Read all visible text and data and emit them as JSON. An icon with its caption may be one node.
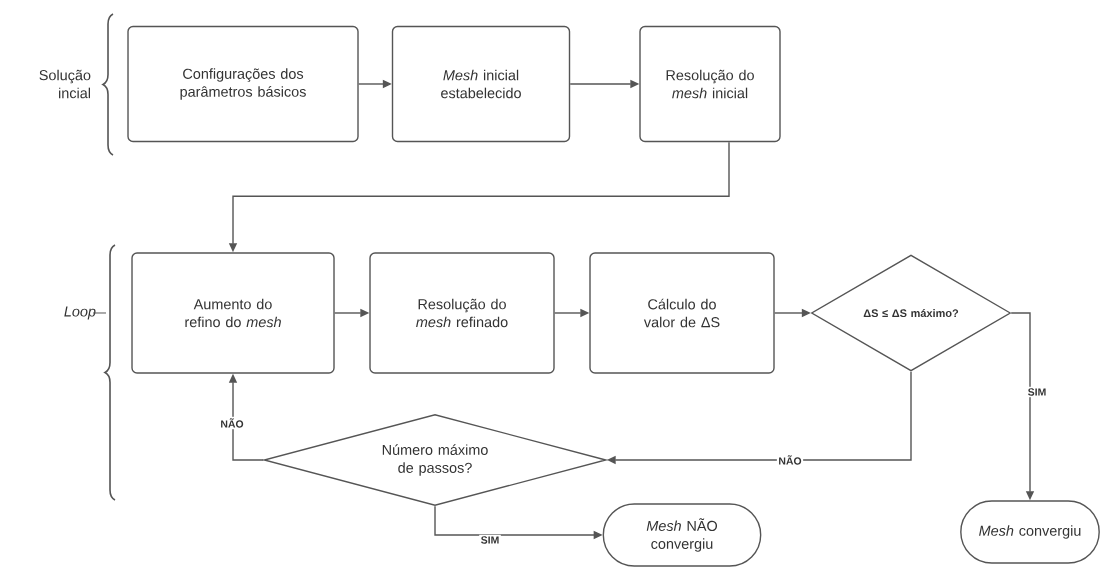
{
  "diagram": {
    "nodes": [
      {
        "text": [
          "Configurações dos parâmetros básicos"
        ]
      },
      {
        "text": [
          "*Mesh* inicial estabelecido"
        ]
      },
      {
        "text": [
          "Resolução do *mesh* inicial"
        ]
      },
      {
        "text": [
          "Aumento do refino do *mesh*"
        ]
      },
      {
        "text": [
          "Resolução do *mesh* refinado"
        ]
      },
      {
        "text": [
          "Cálculo do valor de ΔS"
        ]
      },
      {
        "text": [
          "ΔS ≤ ΔS máximo?"
        ]
      },
      {
        "text": [
          "Número máximo de passos?"
        ]
      },
      {
        "text": [
          "*Mesh* NÃO convergiu"
        ]
      },
      {
        "text": [
          "*Mesh* convergiu"
        ]
      }
    ],
    "edges": [
      {
        "from": 0,
        "to": 1,
        "arrow": "to"
      },
      {
        "from": 1,
        "to": 2,
        "arrow": "to"
      },
      {
        "from": 2,
        "to": 3,
        "arrow": "to"
      },
      {
        "from": 3,
        "to": 4,
        "arrow": "to"
      },
      {
        "from": 4,
        "to": 5,
        "arrow": "to"
      },
      {
        "from": 5,
        "to": 6,
        "arrow": "to"
      },
      {
        "from": 6,
        "to": 9,
        "arrow": "to",
        "label": "SIM"
      },
      {
        "from": 6,
        "to": 7,
        "arrow": "to",
        "label": "NÃO"
      },
      {
        "from": 7,
        "to": 3,
        "arrow": "to",
        "label": "NÃO"
      },
      {
        "from": 7,
        "to": 8,
        "arrow": "to",
        "label": "SIM"
      }
    ],
    "labels": [
      "Solução incial",
      "Loop"
    ]
  }
}
